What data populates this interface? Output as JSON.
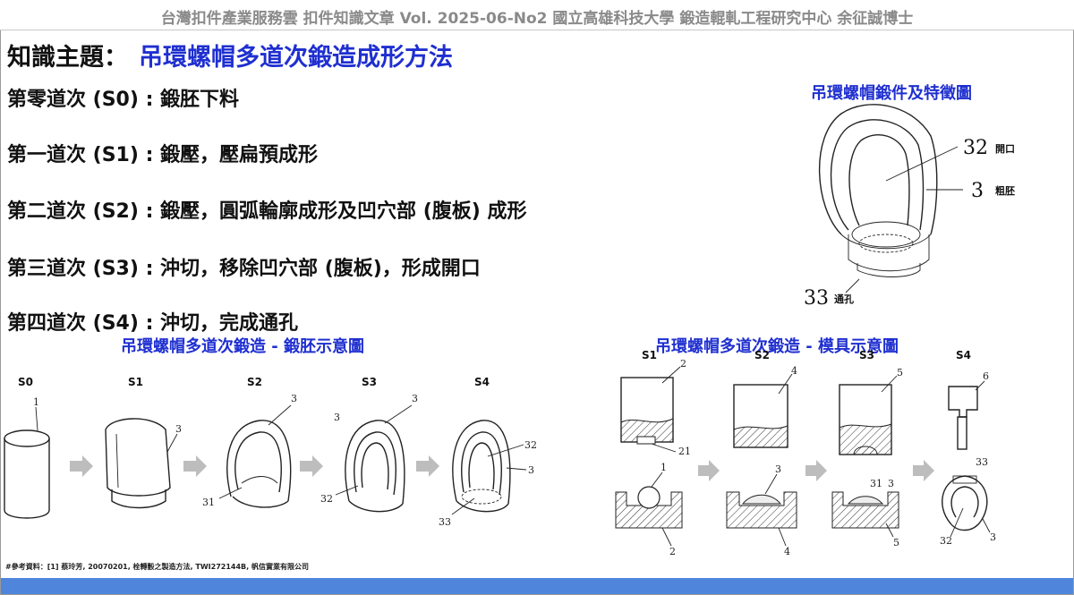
{
  "header": {
    "text": "台灣扣件產業服務雲  扣件知識文章  Vol. 2025-06-No2  國立高雄科技大學  鍛造輥軋工程研究中心  余征誠博士"
  },
  "title": {
    "label": "知識主題：",
    "topic": "吊環螺帽多道次鍛造成形方法"
  },
  "steps": [
    "第零道次 (S0) : 鍛胚下料",
    "第一道次 (S1) : 鍛壓，壓扁預成形",
    "第二道次 (S2) : 鍛壓，圓弧輪廓成形及凹穴部 (腹板) 成形",
    "第三道次 (S3) : 沖切，移除凹穴部 (腹板)，形成開口",
    "第四道次 (S4) : 沖切，完成通孔"
  ],
  "feature_figure": {
    "title": "吊環螺帽鍛件及特徵圖",
    "callouts": [
      {
        "num": "32",
        "label": "開口"
      },
      {
        "num": "3",
        "label": "粗胚"
      },
      {
        "num": "33",
        "label": "通孔"
      }
    ]
  },
  "blank_figure": {
    "title": "吊環螺帽多道次鍛造 - 鍛胚示意圖",
    "stages": [
      "S0",
      "S1",
      "S2",
      "S3",
      "S4"
    ],
    "numbers": {
      "s0": "1",
      "s1": "3",
      "s2_top": "3",
      "s2_side": "31",
      "s3_left": "3",
      "s3_top": "3",
      "s3_side": "32",
      "s4_a": "32",
      "s4_b": "3",
      "s4_c": "33"
    }
  },
  "die_figure": {
    "title": "吊環螺帽多道次鍛造 - 模具示意圖",
    "stages": [
      "S1",
      "S2",
      "S3",
      "S4"
    ],
    "numbers": {
      "s1_top": "2",
      "s1_pin": "21",
      "s1_ball": "1",
      "s1_bottom": "2",
      "s2_top": "4",
      "s2_part": "3",
      "s2_bottom": "4",
      "s3_top": "5",
      "s3_a": "31",
      "s3_b": "3",
      "s3_bottom": "5",
      "s4_punch": "6",
      "s4_hole": "33",
      "s4_open": "32",
      "s4_part": "3"
    }
  },
  "reference": "#參考資料：[1] 蔡玲芳, 20070201, 栓轉轂之製造方法, TWI272144B, 帆信實業有限公司"
}
